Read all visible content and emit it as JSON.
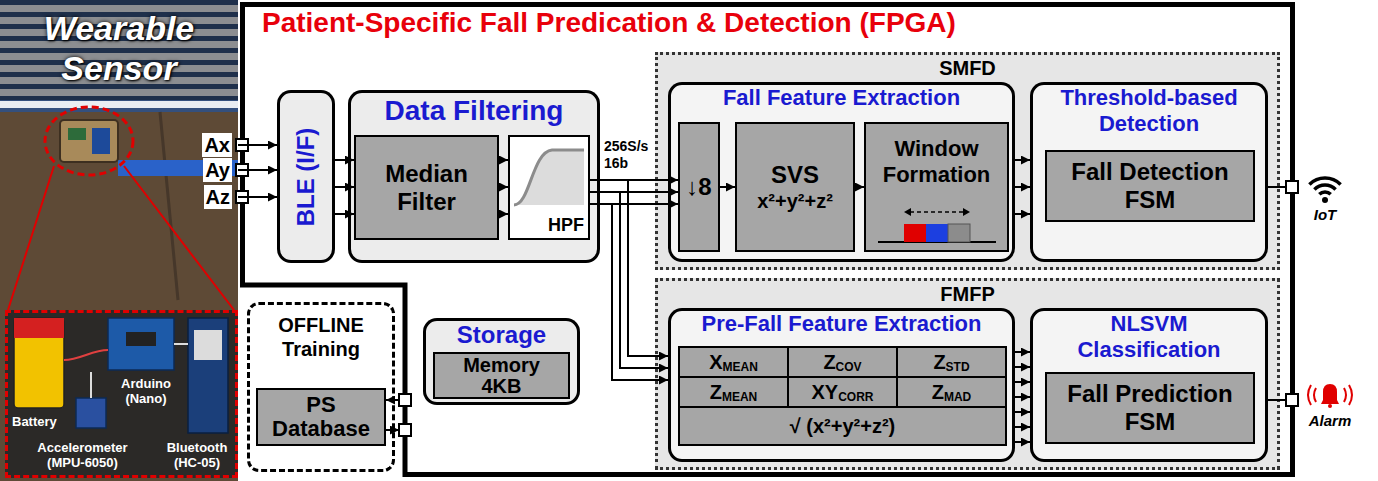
{
  "diagram": {
    "nodes": [
      {
        "text": [
          "Wearable Sensor"
        ]
      },
      {
        "text": [
          "Battery",
          "Arduino (Nano)",
          "Accelerometer (MPU-6050)",
          "Bluetooth (HC-05)"
        ],
        "in": 0
      },
      {
        "text": [
          "Patient-Specific Fall Predication & Detection (FPGA)"
        ]
      },
      {
        "text": [
          "BLE (I/F)"
        ],
        "in": 2
      },
      {
        "text": [
          "Data Filtering"
        ],
        "in": 2
      },
      {
        "text": [
          "Median Filter"
        ],
        "in": 4
      },
      {
        "text": [
          "HPF"
        ],
        "in": 4
      },
      {
        "text": [
          "SMFD"
        ],
        "in": 2
      },
      {
        "text": [
          "Fall Feature Extraction"
        ],
        "in": 7
      },
      {
        "text": [
          "↓8"
        ],
        "in": 8
      },
      {
        "text": [
          "SVS",
          "x²+y²+z²"
        ],
        "in": 8
      },
      {
        "text": [
          "Window Formation"
        ],
        "in": 8
      },
      {
        "text": [
          "Threshold-based Detection"
        ],
        "in": 7
      },
      {
        "text": [
          "Fall Detection FSM"
        ],
        "in": 12
      },
      {
        "text": [
          "OFFLINE Training"
        ]
      },
      {
        "text": [
          "PS Database"
        ],
        "in": 14
      },
      {
        "text": [
          "Storage"
        ],
        "in": 2
      },
      {
        "text": [
          "Memory 4KB"
        ],
        "in": 16
      },
      {
        "text": [
          "FMFP"
        ],
        "in": 2
      },
      {
        "text": [
          "Pre-Fall Feature Extraction"
        ],
        "in": 18
      },
      {
        "text": [
          "X",
          "MEAN"
        ],
        "in": 19
      },
      {
        "text": [
          "Z",
          "COV"
        ],
        "in": 19
      },
      {
        "text": [
          "Z",
          "STD"
        ],
        "in": 19
      },
      {
        "text": [
          "Z",
          "MEAN"
        ],
        "in": 19
      },
      {
        "text": [
          "XY",
          "CORR"
        ],
        "in": 19
      },
      {
        "text": [
          "Z",
          "MAD"
        ],
        "in": 19
      },
      {
        "text": [
          "√ (x²+y²+z²)"
        ],
        "in": 19
      },
      {
        "text": [
          "NLSVM Classification"
        ],
        "in": 18
      },
      {
        "text": [
          "Fall Prediction FSM"
        ],
        "in": 27
      }
    ],
    "edges": [
      {
        "from": 0,
        "to": 3,
        "label": "Ax",
        "arrow": "to"
      },
      {
        "from": 0,
        "to": 3,
        "label": "Ay",
        "arrow": "to"
      },
      {
        "from": 0,
        "to": 3,
        "label": "Az",
        "arrow": "to"
      },
      {
        "from": 3,
        "to": 5,
        "arrow": "to"
      },
      {
        "from": 3,
        "to": 5,
        "arrow": "to"
      },
      {
        "from": 3,
        "to": 5,
        "arrow": "to"
      },
      {
        "from": 5,
        "to": 6,
        "arrow": "to"
      },
      {
        "from": 5,
        "to": 6,
        "arrow": "to"
      },
      {
        "from": 5,
        "to": 6,
        "arrow": "to"
      },
      {
        "from": 6,
        "to": 9,
        "arrow": "to"
      },
      {
        "from": 6,
        "to": 9,
        "arrow": "to"
      },
      {
        "from": 6,
        "to": 9,
        "arrow": "to"
      },
      {
        "from": 6,
        "to": 19,
        "arrow": "to"
      },
      {
        "from": 6,
        "to": 19,
        "arrow": "to"
      },
      {
        "from": 6,
        "to": 19,
        "arrow": "to"
      },
      {
        "from": 9,
        "to": 10,
        "arrow": "to"
      },
      {
        "from": 10,
        "to": 11,
        "arrow": "to"
      },
      {
        "from": 8,
        "to": 12,
        "arrow": "to"
      },
      {
        "from": 8,
        "to": 12,
        "arrow": "to"
      },
      {
        "from": 8,
        "to": 12,
        "arrow": "to"
      },
      {
        "from": 19,
        "to": 27,
        "arrow": "to"
      },
      {
        "from": 19,
        "to": 27,
        "arrow": "to"
      },
      {
        "from": 19,
        "to": 27,
        "arrow": "to"
      },
      {
        "from": 19,
        "to": 27,
        "arrow": "to"
      },
      {
        "from": 19,
        "to": 27,
        "arrow": "to"
      },
      {
        "from": 19,
        "to": 27,
        "arrow": "to"
      },
      {
        "from": 19,
        "to": 27,
        "arrow": "to"
      },
      {
        "from": 2,
        "to": 15,
        "arrow": "to"
      },
      {
        "from": 15,
        "to": 2,
        "arrow": "to"
      }
    ],
    "labels": [
      "256S/s 16b",
      "IoT",
      "Alarm"
    ]
  }
}
